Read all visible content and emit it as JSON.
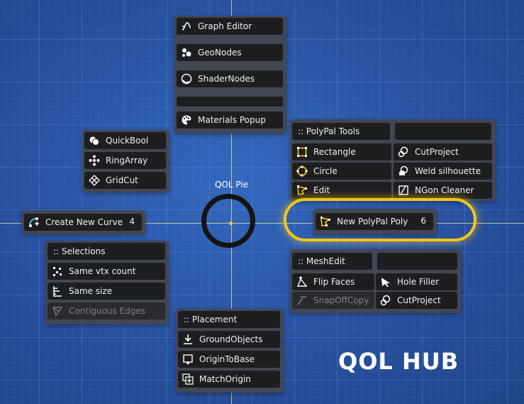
{
  "pie": {
    "title": "QOL Pie"
  },
  "branding": {
    "hub_title": "QOL HUB"
  },
  "colors": {
    "accent": "#f2c618",
    "background": "#2b58a8",
    "button_bg": "#1e1e20",
    "panel_bg": "#424754"
  },
  "top_panel": [
    {
      "label": "Graph Editor",
      "icon": "graph-curve-icon"
    },
    {
      "label": "GeoNodes",
      "icon": "geonodes-icon"
    },
    {
      "label": "ShaderNodes",
      "icon": "shader-sphere-icon"
    },
    {
      "label": "",
      "icon": ""
    },
    {
      "label": "Materials Popup",
      "icon": "palette-icon"
    }
  ],
  "left_upper_panel": [
    {
      "label": "QuickBool",
      "icon": "boolean-icon"
    },
    {
      "label": "RingArray",
      "icon": "ring-array-icon"
    },
    {
      "label": "GridCut",
      "icon": "grid-icon"
    }
  ],
  "create_curve": {
    "label": "Create New Curve",
    "number": "4",
    "icon": "curve-icon"
  },
  "selections_panel": {
    "header": ":: Selections",
    "items": [
      {
        "label": "Same vtx count",
        "icon": "vertex-icon",
        "enabled": true
      },
      {
        "label": "Same size",
        "icon": "size-icon",
        "enabled": true
      },
      {
        "label": "Contiguous Edges",
        "icon": "edges-icon",
        "enabled": false
      }
    ]
  },
  "placement_panel": {
    "header": ":: Placement",
    "items": [
      {
        "label": "GroundObjects",
        "icon": "ground-icon"
      },
      {
        "label": "OriginToBase",
        "icon": "origin-icon"
      },
      {
        "label": "MatchOrigin",
        "icon": "match-origin-icon"
      }
    ]
  },
  "polypal_panel": {
    "header": ":: PolyPal Tools",
    "left": [
      {
        "label": "Rectangle",
        "icon": "rectangle-icon"
      },
      {
        "label": "Circle",
        "icon": "circle-icon"
      },
      {
        "label": "Edit",
        "icon": "edit-poly-icon"
      }
    ],
    "right": [
      {
        "label": "CutProject",
        "icon": "cut-project-icon"
      },
      {
        "label": "Weld silhouette",
        "icon": "weld-icon"
      },
      {
        "label": "NGon Cleaner",
        "icon": "ngon-icon"
      }
    ]
  },
  "new_polypal": {
    "label": "New PolyPal Poly",
    "number": "6",
    "icon": "poly-icon"
  },
  "meshedit_panel": {
    "header": ":: MeshEdit",
    "left": [
      {
        "label": "Flip Faces",
        "icon": "flip-icon",
        "enabled": true
      },
      {
        "label": "SnapOffCopy",
        "icon": "snap-icon",
        "enabled": false
      }
    ],
    "right": [
      {
        "label": "Hole Filler",
        "icon": "hole-filler-icon",
        "enabled": true
      },
      {
        "label": "CutProject",
        "icon": "cut-project-icon",
        "enabled": true
      }
    ]
  }
}
